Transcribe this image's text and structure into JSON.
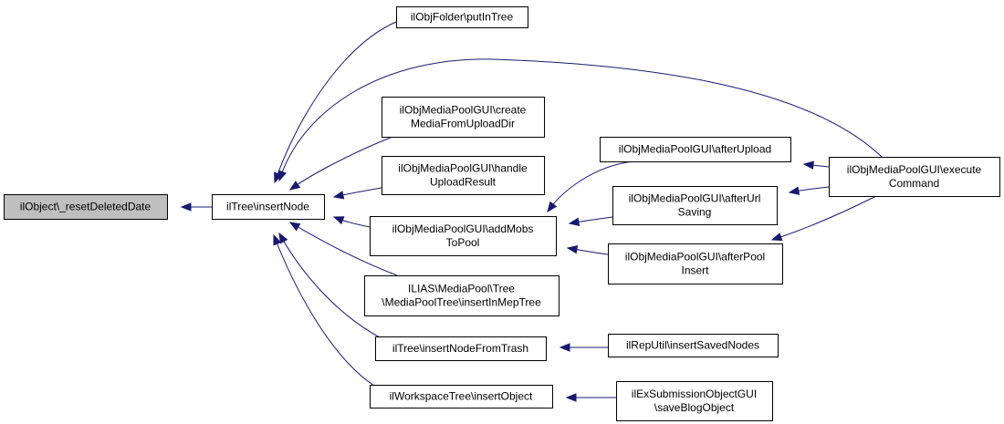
{
  "colors": {
    "edge": "#191970",
    "root_fill": "#bfbfbf",
    "node_fill": "#ffffff",
    "border": "#000000"
  },
  "nodes": [
    {
      "id": "n_root",
      "lines": [
        "ilObject\\_resetDeletedDate"
      ],
      "highlighted": true
    },
    {
      "id": "n_insertNode",
      "lines": [
        "ilTree\\insertNode"
      ]
    },
    {
      "id": "n_folder",
      "lines": [
        "ilObjFolder\\putInTree"
      ]
    },
    {
      "id": "n_createMedia",
      "lines": [
        "ilObjMediaPoolGUI\\create",
        "MediaFromUploadDir"
      ]
    },
    {
      "id": "n_handleUpload",
      "lines": [
        "ilObjMediaPoolGUI\\handle",
        "UploadResult"
      ]
    },
    {
      "id": "n_addMobs",
      "lines": [
        "ilObjMediaPoolGUI\\addMobs",
        "ToPool"
      ]
    },
    {
      "id": "n_mepTree",
      "lines": [
        "ILIAS\\MediaPool\\Tree",
        "\\MediaPoolTree\\insertInMepTree"
      ]
    },
    {
      "id": "n_fromTrash",
      "lines": [
        "ilTree\\insertNodeFromTrash"
      ]
    },
    {
      "id": "n_wsTree",
      "lines": [
        "ilWorkspaceTree\\insertObject"
      ]
    },
    {
      "id": "n_afterUpload",
      "lines": [
        "ilObjMediaPoolGUI\\afterUpload"
      ]
    },
    {
      "id": "n_afterUrl",
      "lines": [
        "ilObjMediaPoolGUI\\afterUrl",
        "Saving"
      ]
    },
    {
      "id": "n_afterPool",
      "lines": [
        "ilObjMediaPoolGUI\\afterPool",
        "Insert"
      ]
    },
    {
      "id": "n_repUtil",
      "lines": [
        "ilRepUtil\\insertSavedNodes"
      ]
    },
    {
      "id": "n_exSub",
      "lines": [
        "ilExSubmissionObjectGUI",
        "\\saveBlogObject"
      ]
    },
    {
      "id": "n_execute",
      "lines": [
        "ilObjMediaPoolGUI\\execute",
        "Command"
      ]
    }
  ],
  "edges": [
    {
      "from": "n_insertNode",
      "to": "n_root"
    },
    {
      "from": "n_folder",
      "to": "n_insertNode"
    },
    {
      "from": "n_execute",
      "to": "n_insertNode"
    },
    {
      "from": "n_createMedia",
      "to": "n_insertNode"
    },
    {
      "from": "n_handleUpload",
      "to": "n_insertNode"
    },
    {
      "from": "n_addMobs",
      "to": "n_insertNode"
    },
    {
      "from": "n_mepTree",
      "to": "n_insertNode"
    },
    {
      "from": "n_fromTrash",
      "to": "n_insertNode"
    },
    {
      "from": "n_wsTree",
      "to": "n_insertNode"
    },
    {
      "from": "n_afterUpload",
      "to": "n_addMobs"
    },
    {
      "from": "n_afterUrl",
      "to": "n_addMobs"
    },
    {
      "from": "n_afterPool",
      "to": "n_addMobs"
    },
    {
      "from": "n_execute",
      "to": "n_afterUpload"
    },
    {
      "from": "n_execute",
      "to": "n_afterUrl"
    },
    {
      "from": "n_execute",
      "to": "n_afterPool"
    },
    {
      "from": "n_repUtil",
      "to": "n_fromTrash"
    },
    {
      "from": "n_exSub",
      "to": "n_wsTree"
    }
  ]
}
